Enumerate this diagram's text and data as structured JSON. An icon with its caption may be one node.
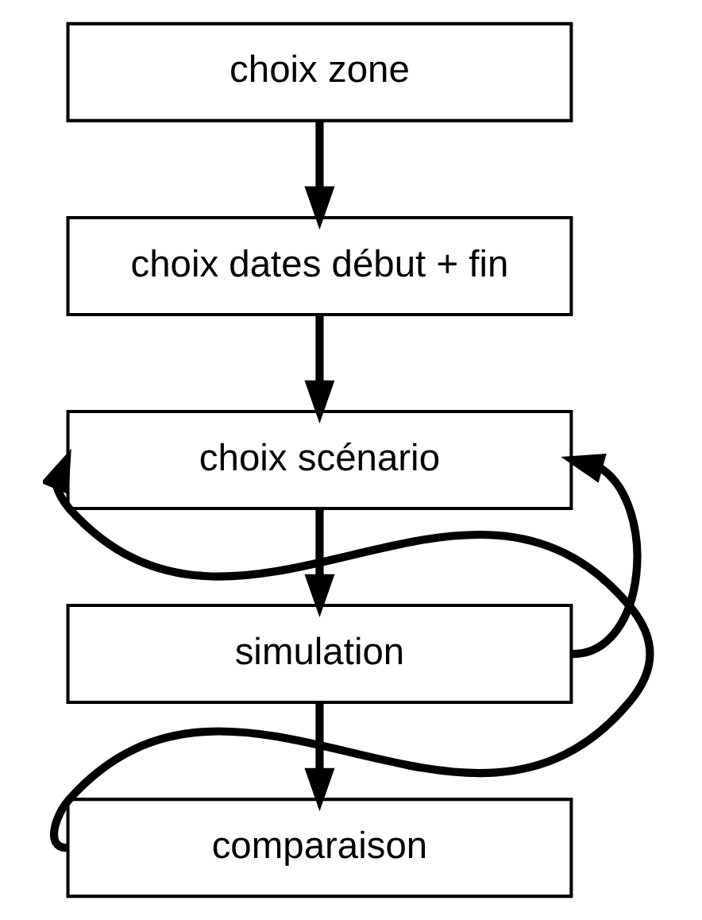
{
  "diagram": {
    "nodes": [
      {
        "text": [
          "choix zone"
        ]
      },
      {
        "text": [
          "choix dates début + fin"
        ]
      },
      {
        "text": [
          "choix scénario"
        ]
      },
      {
        "text": [
          "simulation"
        ]
      },
      {
        "text": [
          "comparaison"
        ]
      }
    ],
    "edges": [
      {
        "from": 0,
        "to": 1,
        "arrow": "to"
      },
      {
        "from": 1,
        "to": 2,
        "arrow": "to"
      },
      {
        "from": 2,
        "to": 3,
        "arrow": "to"
      },
      {
        "from": 3,
        "to": 4,
        "arrow": "to"
      },
      {
        "from": 3,
        "to": 2,
        "arrow": "to"
      },
      {
        "from": 4,
        "to": 2,
        "arrow": "to"
      }
    ]
  }
}
